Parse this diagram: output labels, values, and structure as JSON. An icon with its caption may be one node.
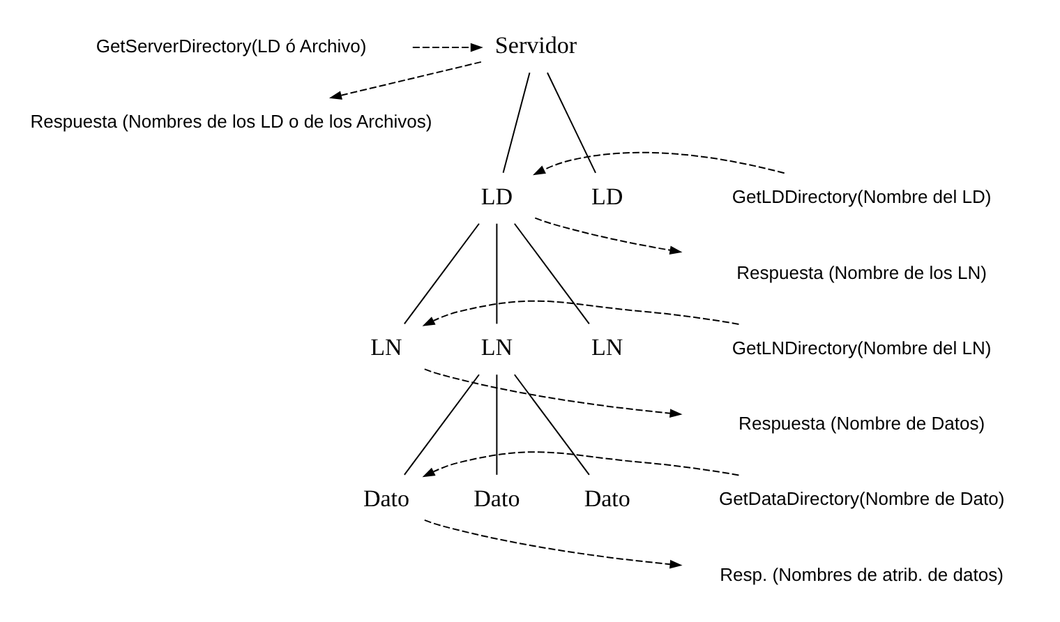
{
  "diagram": {
    "nodes": [
      {
        "text": [
          "GetServerDirectory(LD ó Archivo)"
        ]
      },
      {
        "text": [
          "Respuesta (Nombres de los LD o de los Archivos)"
        ]
      },
      {
        "text": [
          "Servidor"
        ]
      },
      {
        "text": [
          "GetLDDirectory(Nombre del LD)"
        ]
      },
      {
        "text": [
          "Respuesta (Nombre de los LN)"
        ]
      },
      {
        "text": [
          "LD"
        ]
      },
      {
        "text": [
          "LD"
        ]
      },
      {
        "text": [
          "GetLNDirectory(Nombre del LN)"
        ]
      },
      {
        "text": [
          "Respuesta (Nombre de Datos)"
        ]
      },
      {
        "text": [
          "LN"
        ]
      },
      {
        "text": [
          "LN"
        ]
      },
      {
        "text": [
          "LN"
        ]
      },
      {
        "text": [
          "GetDataDirectory(Nombre de Dato)"
        ]
      },
      {
        "text": [
          "Resp. (Nombres de atrib. de datos)"
        ]
      },
      {
        "text": [
          "Dato"
        ]
      },
      {
        "text": [
          "Dato"
        ]
      },
      {
        "text": [
          "Dato"
        ]
      }
    ],
    "edges": [
      {
        "from": 2,
        "to": 5,
        "arrow": "none"
      },
      {
        "from": 2,
        "to": 6,
        "arrow": "none"
      },
      {
        "from": 5,
        "to": 9,
        "arrow": "none"
      },
      {
        "from": 5,
        "to": 10,
        "arrow": "none"
      },
      {
        "from": 5,
        "to": 11,
        "arrow": "none"
      },
      {
        "from": 10,
        "to": 14,
        "arrow": "none"
      },
      {
        "from": 10,
        "to": 15,
        "arrow": "none"
      },
      {
        "from": 10,
        "to": 16,
        "arrow": "none"
      },
      {
        "from": 0,
        "to": 2,
        "arrow": "to",
        "style": "dashed"
      },
      {
        "from": 2,
        "to": 1,
        "arrow": "to",
        "style": "dashed"
      },
      {
        "from": 3,
        "to": 5,
        "arrow": "to",
        "style": "dashed"
      },
      {
        "from": 5,
        "to": 4,
        "arrow": "to",
        "style": "dashed"
      },
      {
        "from": 7,
        "to": 9,
        "arrow": "to",
        "style": "dashed"
      },
      {
        "from": 9,
        "to": 8,
        "arrow": "to",
        "style": "dashed"
      },
      {
        "from": 12,
        "to": 14,
        "arrow": "to",
        "style": "dashed"
      },
      {
        "from": 14,
        "to": 13,
        "arrow": "to",
        "style": "dashed"
      }
    ]
  }
}
